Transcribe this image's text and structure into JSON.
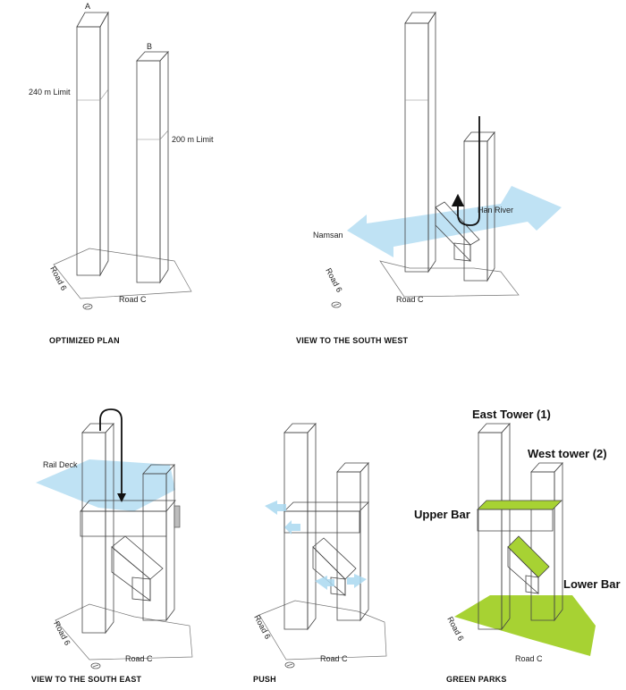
{
  "panels": {
    "optimized": {
      "caption": "OPTIMIZED PLAN",
      "tower_a": "A",
      "tower_b": "B",
      "limit_a": "240 m Limit",
      "limit_b": "200 m Limit",
      "road_6": "Road 6",
      "road_c": "Road C"
    },
    "south_west": {
      "caption": "VIEW TO THE SOUTH WEST",
      "namsan": "Namsan",
      "han_river": "Han River",
      "road_6": "Road 6",
      "road_c": "Road C"
    },
    "south_east": {
      "caption": "VIEW TO THE SOUTH EAST",
      "rail_deck": "Rail Deck",
      "road_6": "Road 6",
      "road_c": "Road C"
    },
    "push": {
      "caption": "PUSH",
      "road_6": "Road 6",
      "road_c": "Road C"
    },
    "green_parks": {
      "caption": "GREEN PARKS",
      "east_tower": "East Tower (1)",
      "west_tower": "West tower (2)",
      "upper_bar": "Upper Bar",
      "lower_bar": "Lower Bar",
      "road_6": "Road 6",
      "road_c": "Road C"
    }
  },
  "colors": {
    "arrow_blue": "#a9d8f0",
    "park_green": "#a7d233",
    "face_light": "#ffffff",
    "face_shade": "#e4e4e4",
    "face_dark": "#c8c8c8"
  }
}
